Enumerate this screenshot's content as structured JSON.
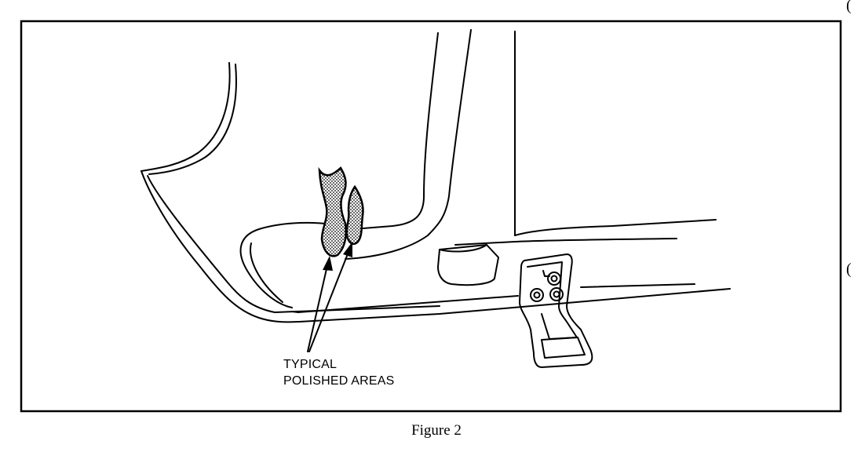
{
  "figure": {
    "callout_lines": [
      "TYPICAL",
      "POLISHED AREAS"
    ],
    "caption": "Figure 2",
    "margin_marks": [
      "(",
      "("
    ]
  },
  "colors": {
    "ink": "#000000",
    "paper": "#ffffff"
  }
}
